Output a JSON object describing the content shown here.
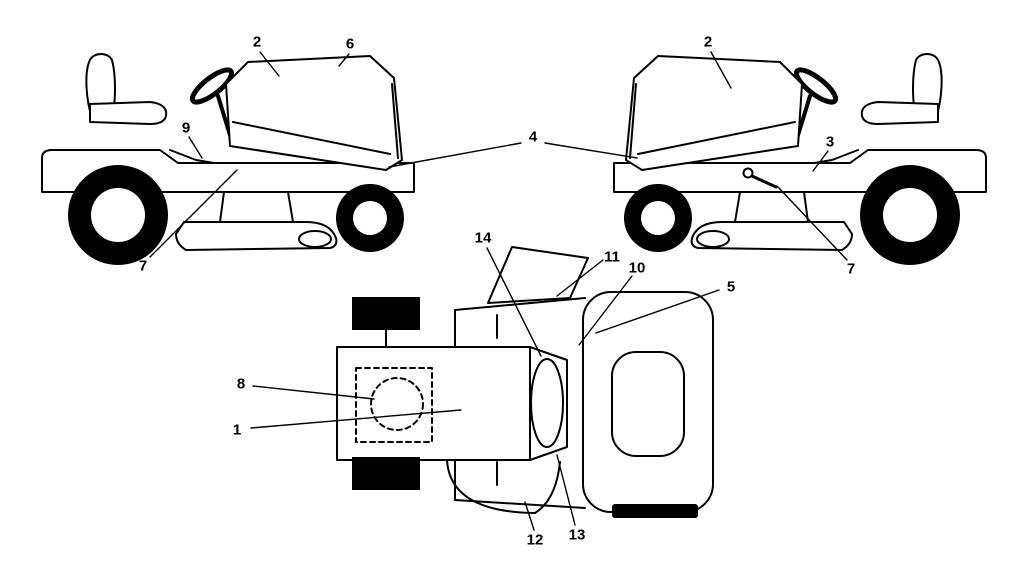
{
  "colors": {
    "line": "#000000",
    "fill": "#ffffff",
    "solid": "#000000"
  },
  "diagram": {
    "type": "parts-illustration",
    "views": [
      "side-view-left",
      "side-view-right",
      "top-view"
    ]
  },
  "callouts": [
    {
      "label": "2"
    },
    {
      "label": "6"
    },
    {
      "label": "9"
    },
    {
      "label": "7"
    },
    {
      "label": "4"
    },
    {
      "label": "2"
    },
    {
      "label": "3"
    },
    {
      "label": "7"
    },
    {
      "label": "14"
    },
    {
      "label": "11"
    },
    {
      "label": "10"
    },
    {
      "label": "5"
    },
    {
      "label": "8"
    },
    {
      "label": "1"
    },
    {
      "label": "12"
    },
    {
      "label": "13"
    }
  ]
}
